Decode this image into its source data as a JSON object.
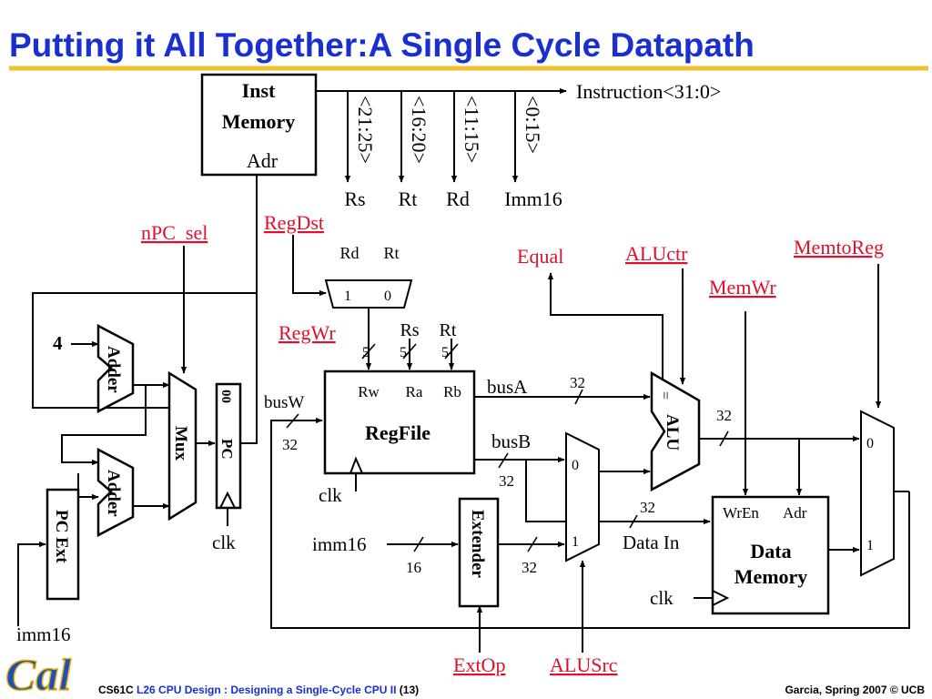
{
  "title": "Putting it All Together:A Single Cycle Datapath",
  "colors": {
    "title": "#1a2fd0",
    "title_underline": "#f2c12e",
    "control_signal": "#e0102a",
    "logo_blue": "#1f4fb5",
    "logo_gold": "#e8b21a"
  },
  "inst_memory": {
    "line1": "Inst",
    "line2": "Memory",
    "port": "Adr"
  },
  "instruction_bus": "Instruction<31:0>",
  "fields": {
    "f1": "<21:25>",
    "f2": "<16:20>",
    "f3": "<11:15>",
    "f4": "<0:15>",
    "rs": "Rs",
    "rt": "Rt",
    "rd": "Rd",
    "imm16": "Imm16"
  },
  "signals": {
    "npc_sel": "nPC_sel",
    "regdst": "RegDst",
    "regwr": "RegWr",
    "equal": "Equal",
    "aluctr": "ALUctr",
    "memtoreg": "MemtoReg",
    "memwr": "MemWr",
    "extop": "ExtOp",
    "alusrc": "ALUSrc"
  },
  "regdst_mux": {
    "in_rd": "Rd",
    "in_rt": "Rt",
    "sel1": "1",
    "sel0": "0"
  },
  "regfile": {
    "name": "RegFile",
    "rw": "Rw",
    "ra": "Ra",
    "rb": "Rb",
    "rs": "Rs",
    "rt": "Rt",
    "w5a": "5",
    "w5b": "5",
    "w5c": "5",
    "busw": "busW",
    "busw_width": "32",
    "clk": "clk"
  },
  "busa": {
    "label": "busA",
    "width": "32"
  },
  "busb": {
    "label": "busB",
    "width": "32"
  },
  "imm": {
    "label": "imm16",
    "width_in": "16",
    "width_out": "32"
  },
  "extender": "Extender",
  "alusrc_mux": {
    "in0": "0",
    "in1": "1"
  },
  "alu": {
    "name": "ALU",
    "eq": "=",
    "width": "32"
  },
  "data_in": {
    "label": "Data In",
    "width": "32"
  },
  "data_memory": {
    "wren": "WrEn",
    "adr": "Adr",
    "line1": "Data",
    "line2": "Memory",
    "clk": "clk"
  },
  "memtoreg_mux": {
    "in0": "0",
    "in1": "1"
  },
  "pc": {
    "label": "PC",
    "bits": "00",
    "clk": "clk"
  },
  "adder1": "Adder",
  "adder2": "Adder",
  "four": "4",
  "mux": "Mux",
  "pc_ext": "PC Ext",
  "imm16_bottom": "imm16",
  "footer": {
    "course": "CS61C",
    "lecture": "L26 CPU Design : Designing a Single-Cycle CPU II",
    "page": "(13)",
    "right": "Garcia, Spring 2007 © UCB"
  },
  "logo_text": "Cal"
}
